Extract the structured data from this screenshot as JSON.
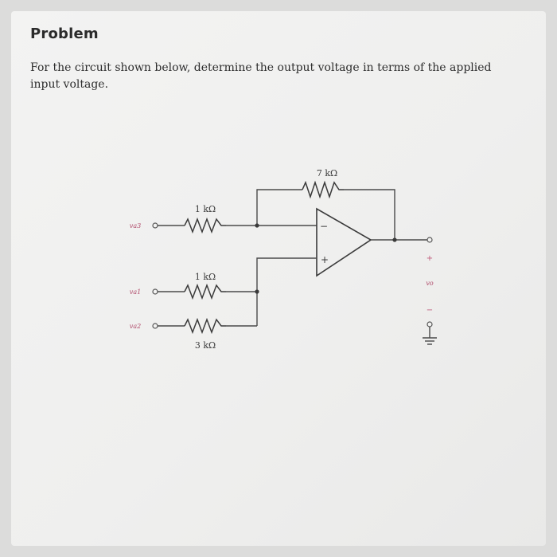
{
  "problem": {
    "title": "Problem",
    "text": "For the circuit shown below, determine the output voltage in terms of the applied input voltage."
  },
  "circuit": {
    "resistors": {
      "r_feedback": "7 kΩ",
      "r_a3": "1 kΩ",
      "r_a1": "1 kΩ",
      "r_a2": "3 kΩ"
    },
    "inputs": {
      "a3": "va3",
      "a1": "va1",
      "a2": "va2"
    },
    "opamp": {
      "inverting": "−",
      "noninverting": "+"
    },
    "output": {
      "label": "vo",
      "plus": "+",
      "minus": "−"
    }
  }
}
